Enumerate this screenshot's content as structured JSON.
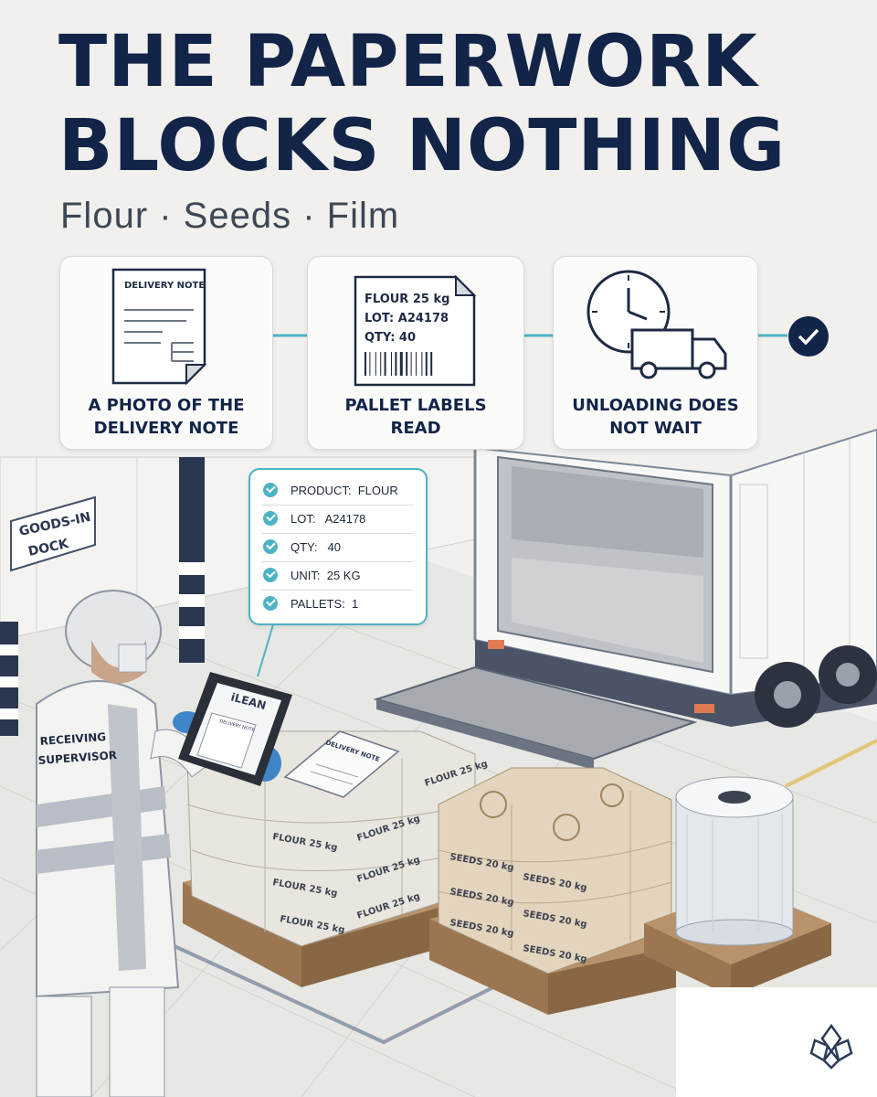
{
  "headline": {
    "line1": "THE PAPERWORK",
    "line2": "BLOCKS NOTHING"
  },
  "subtitle": "Flour · Seeds · Film",
  "steps": [
    {
      "label": "A PHOTO OF THE\nDELIVERY NOTE",
      "icon": "delivery-note-document-icon",
      "doc_title": "DELIVERY NOTE"
    },
    {
      "label": "PALLET LABELS\nREAD",
      "icon": "pallet-label-barcode-icon",
      "doc_lines": [
        "FLOUR 25 kg",
        "LOT: A24178",
        "QTY: 40"
      ]
    },
    {
      "label": "UNLOADING DOES\nNOT WAIT",
      "icon": "clock-truck-icon"
    }
  ],
  "done_icon": "check-circle-icon",
  "scan_result": {
    "rows": [
      {
        "key": "PRODUCT:",
        "value": "FLOUR"
      },
      {
        "key": "LOT:",
        "value": "A24178"
      },
      {
        "key": "QTY:",
        "value": "40"
      },
      {
        "key": "UNIT:",
        "value": "25 KG"
      },
      {
        "key": "PALLETS:",
        "value": "1"
      }
    ]
  },
  "scene": {
    "dock_sign": [
      "GOODS-IN",
      "DOCK"
    ],
    "vest_text": [
      "RECEIVING",
      "SUPERVISOR"
    ],
    "tablet_app": "iLEAN",
    "tablet_doc": "DELIVERY NOTE",
    "pallet_note": "DELIVERY NOTE",
    "flour_bag_label": "FLOUR 25 kg",
    "seed_bag_label": "SEEDS 20 kg"
  },
  "colors": {
    "navy": "#122448",
    "teal": "#4db3c4",
    "background": "#f1f0ed",
    "glove": "#3f86c9"
  }
}
